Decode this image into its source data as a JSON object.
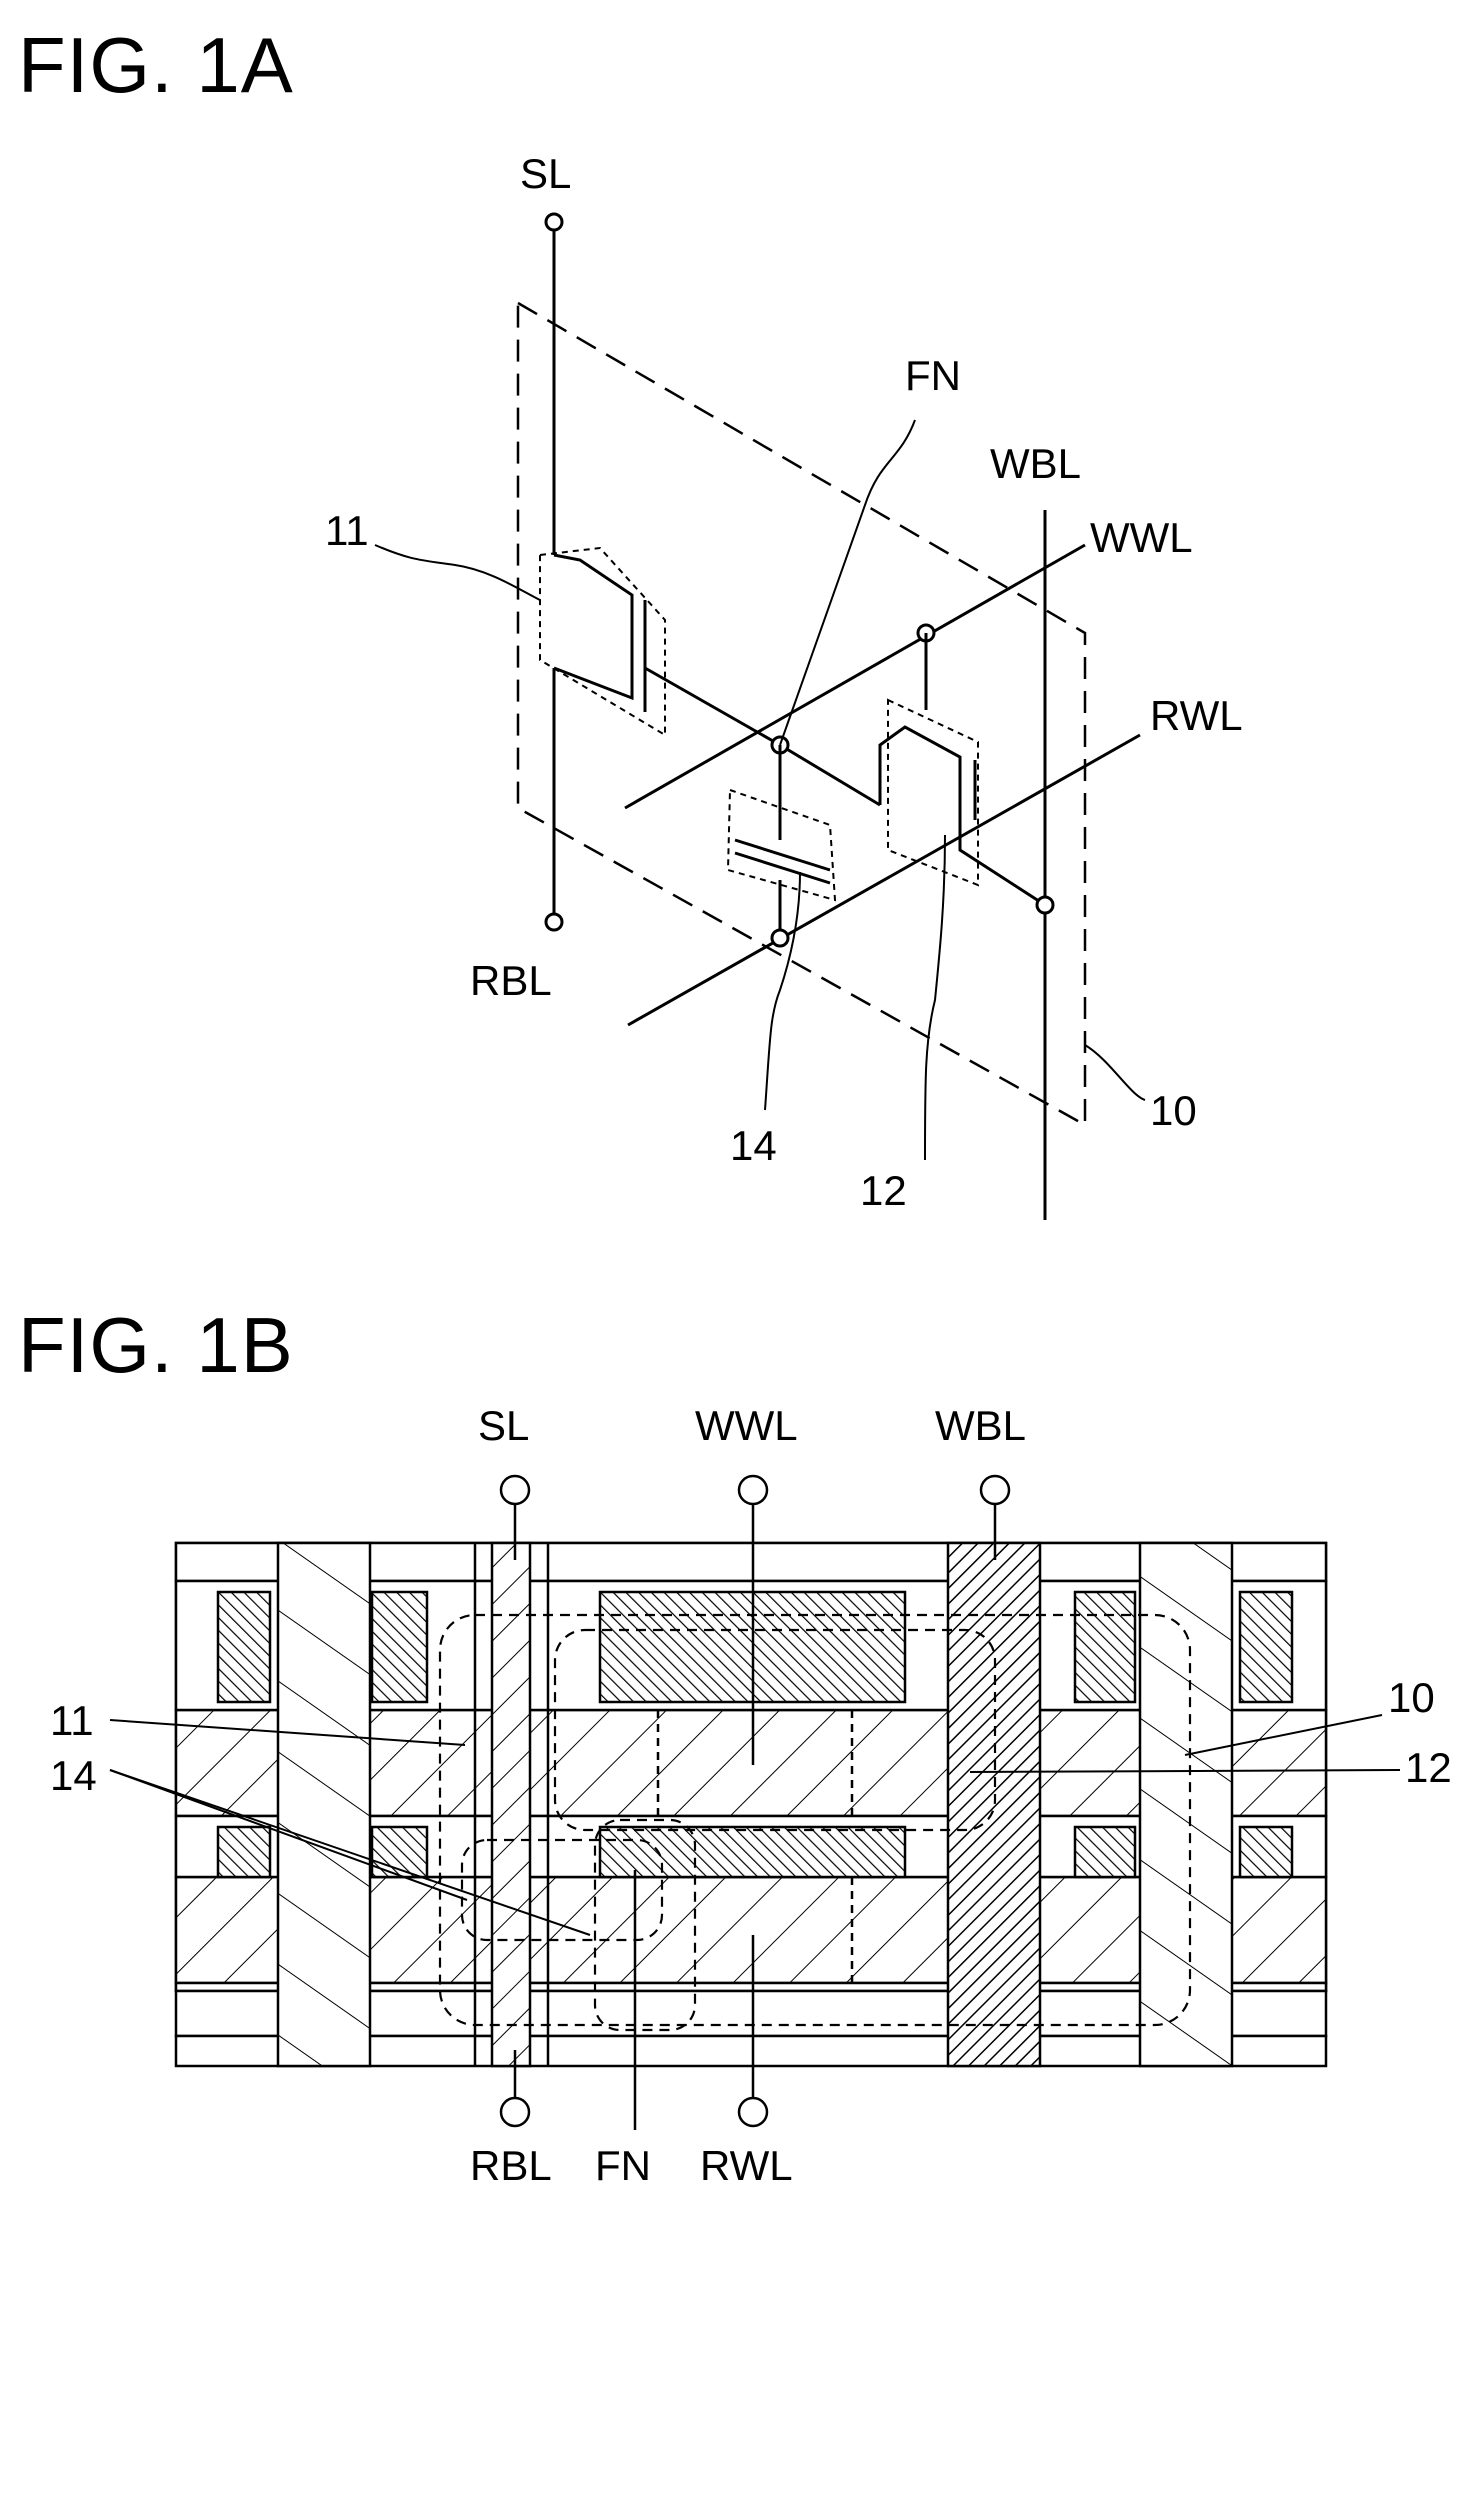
{
  "figure_a": {
    "title": "FIG. 1A",
    "labels": {
      "sl": "SL",
      "fn": "FN",
      "wbl": "WBL",
      "wwl": "WWL",
      "rwl": "RWL",
      "rbl": "RBL",
      "ref_11": "11",
      "ref_14": "14",
      "ref_12": "12",
      "ref_10": "10"
    }
  },
  "figure_b": {
    "title": "FIG. 1B",
    "labels": {
      "sl": "SL",
      "wwl": "WWL",
      "wbl": "WBL",
      "rbl": "RBL",
      "fn": "FN",
      "rwl": "RWL",
      "ref_11": "11",
      "ref_14": "14",
      "ref_10": "10",
      "ref_12": "12"
    }
  }
}
